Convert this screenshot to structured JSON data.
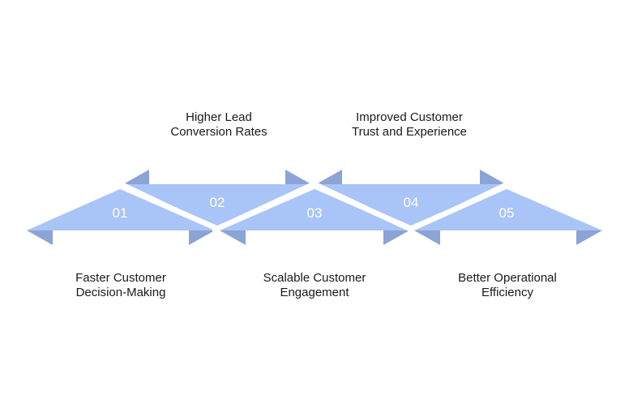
{
  "colors": {
    "fill": "#a9c4f6",
    "fold": "#8ca3d6",
    "number": "#ffffff",
    "text": "#1a1a1a"
  },
  "steps": [
    {
      "number": "01",
      "lines": [
        "Faster Customer",
        "Decision-Making"
      ],
      "position": "below"
    },
    {
      "number": "02",
      "lines": [
        "Higher Lead",
        "Conversion Rates"
      ],
      "position": "above"
    },
    {
      "number": "03",
      "lines": [
        "Scalable Customer",
        "Engagement"
      ],
      "position": "below"
    },
    {
      "number": "04",
      "lines": [
        "Improved Customer",
        "Trust and Experience"
      ],
      "position": "above"
    },
    {
      "number": "05",
      "lines": [
        "Better Operational",
        "Efficiency"
      ],
      "position": "below"
    }
  ]
}
